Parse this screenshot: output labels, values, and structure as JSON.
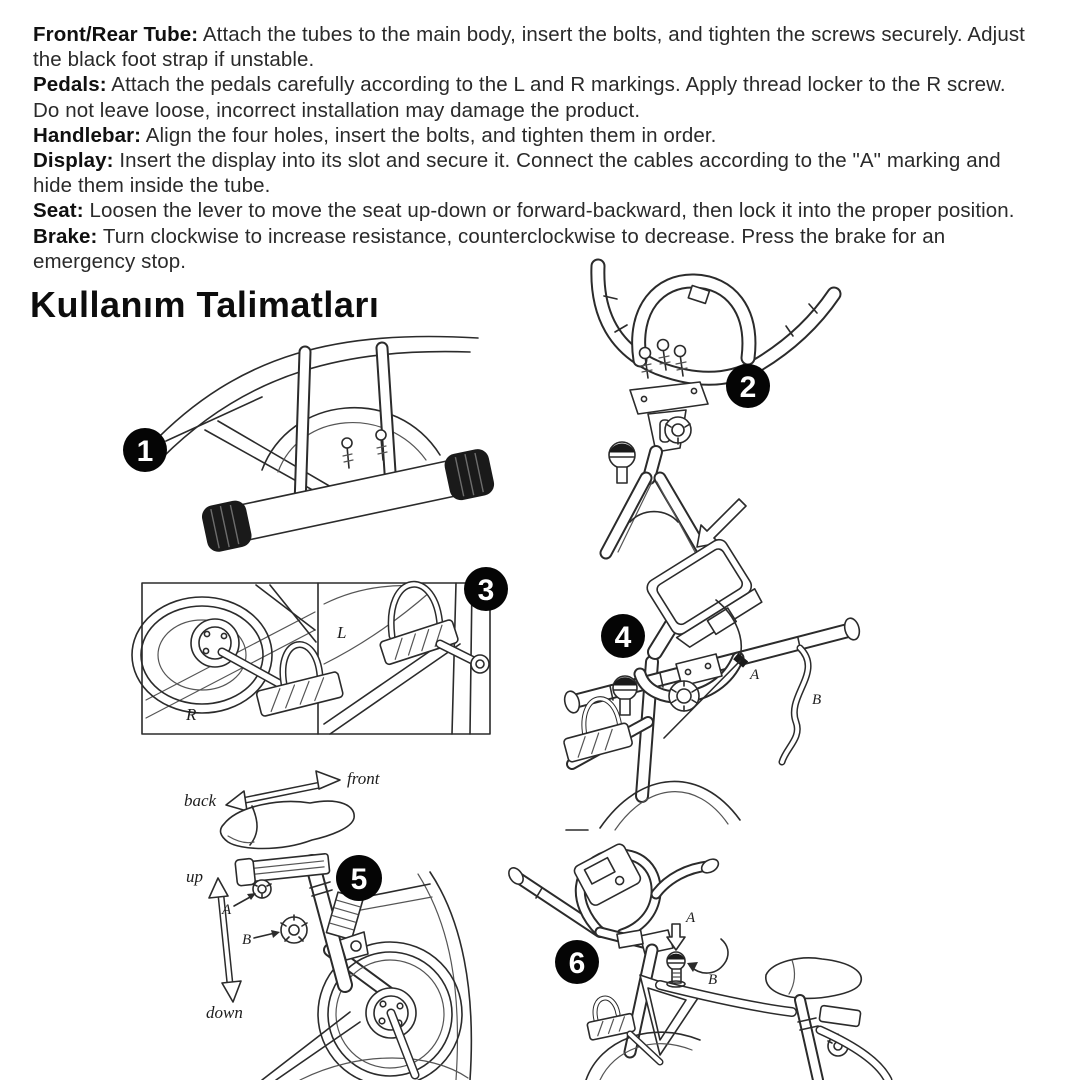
{
  "heading": "Kullanım Talimatları",
  "instructions": {
    "items": [
      {
        "label": "Front/Rear Tube:",
        "text": "Attach the tubes to the main body, insert the bolts, and tighten the screws securely. Adjust the black foot strap if unstable."
      },
      {
        "label": "Pedals:",
        "text": "Attach the pedals carefully according to the L and R markings. Apply thread locker to the R screw. Do not leave loose, incorrect installation may damage the product."
      },
      {
        "label": "Handlebar:",
        "text": "Align the four holes, insert the bolts, and tighten them in order."
      },
      {
        "label": "Display:",
        "text": "Insert the display into its slot and secure it. Connect the cables according to the \"A\" marking and hide them inside the tube."
      },
      {
        "label": "Seat:",
        "text": "Loosen the lever to move the seat up-down or forward-backward, then lock it into the proper position."
      },
      {
        "label": "Brake:",
        "text": "Turn clockwise to increase resistance, counterclockwise to decrease. Press the brake for an emergency stop."
      }
    ]
  },
  "figures": {
    "badges": [
      "1",
      "2",
      "3",
      "4",
      "5",
      "6"
    ],
    "labels": {
      "pedal_right": "R",
      "pedal_left": "L",
      "cable_a": "A",
      "cable_b": "B",
      "seat_front": "front",
      "seat_back": "back",
      "seat_up": "up",
      "seat_down": "down",
      "seat_a": "A",
      "seat_b": "B",
      "brake_a": "A",
      "brake_b": "B"
    }
  },
  "colors": {
    "background": "#ffffff",
    "line_art": "#2b2b2b",
    "badge_bg": "#050505",
    "badge_text": "#ffffff"
  }
}
